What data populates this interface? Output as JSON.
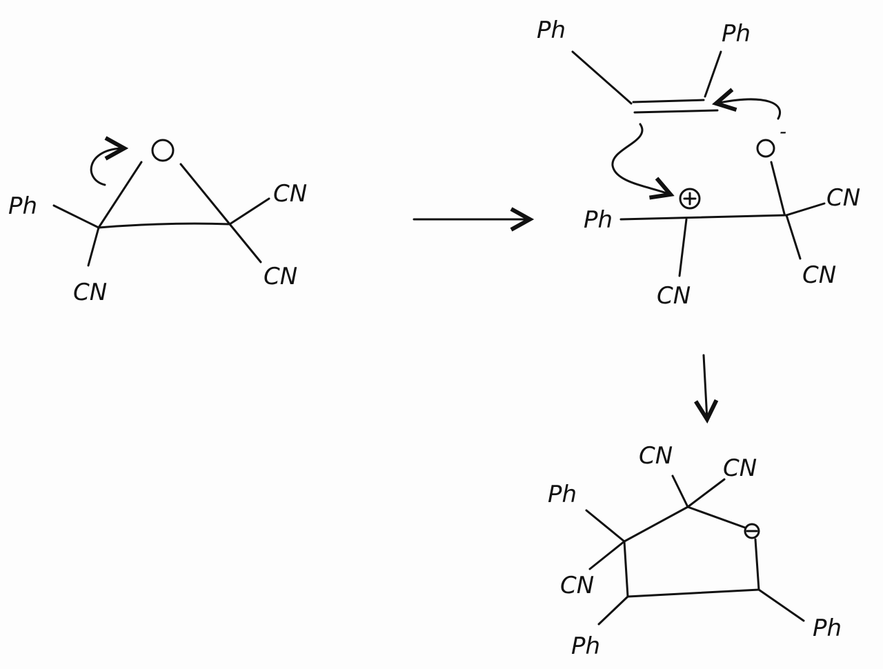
{
  "labels": {
    "ph": "Ph",
    "cn": "CN",
    "o": "O",
    "plus": "⊕",
    "minus": "-"
  },
  "colors": {
    "ink": "#111111",
    "paper": "#fdfdfd"
  }
}
